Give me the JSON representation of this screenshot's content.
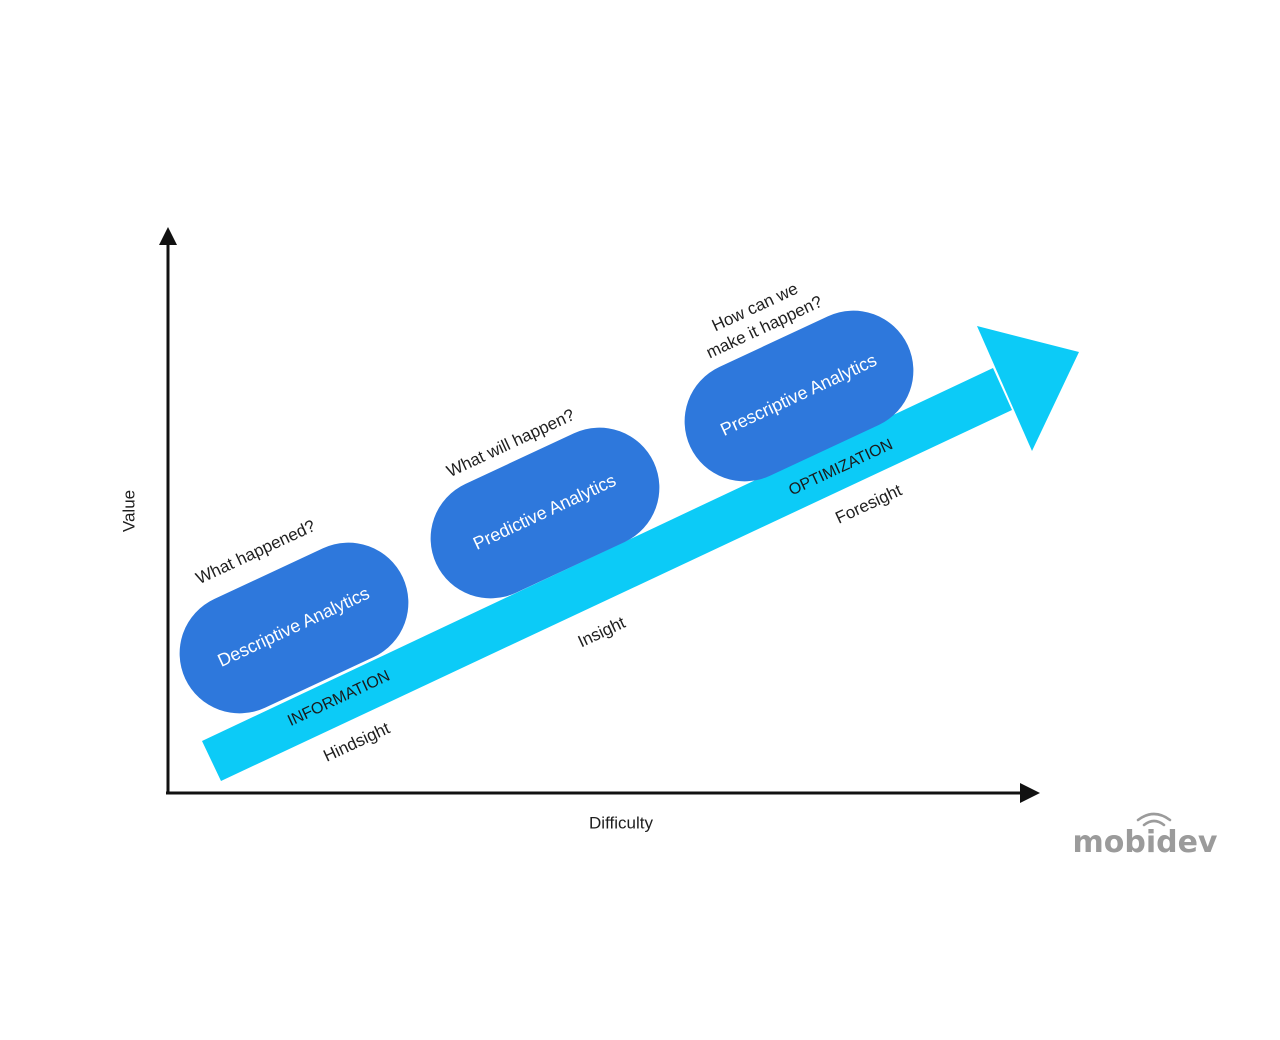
{
  "axes": {
    "y_label": "Value",
    "x_label": "Difficulty"
  },
  "band": {
    "stage_labels": [
      "INFORMATION",
      "OPTIMIZATION"
    ],
    "view_labels": [
      "Hindsight",
      "Insight",
      "Foresight"
    ]
  },
  "stages": [
    {
      "label": "Descriptive Analytics",
      "question": "What happened?"
    },
    {
      "label": "Predictive Analytics",
      "question": "What will happen?"
    },
    {
      "label": "Prescriptive Analytics",
      "question_lines": [
        "How can we",
        "make it happen?"
      ]
    }
  ],
  "logo": {
    "text": "mobidev",
    "icon": "wifi-signal-icon"
  },
  "colors": {
    "band": "#0ccbf7",
    "pill": "#2e78dc",
    "axis": "#111111",
    "text": "#1f1f1f",
    "logo": "#9b9b9b"
  }
}
